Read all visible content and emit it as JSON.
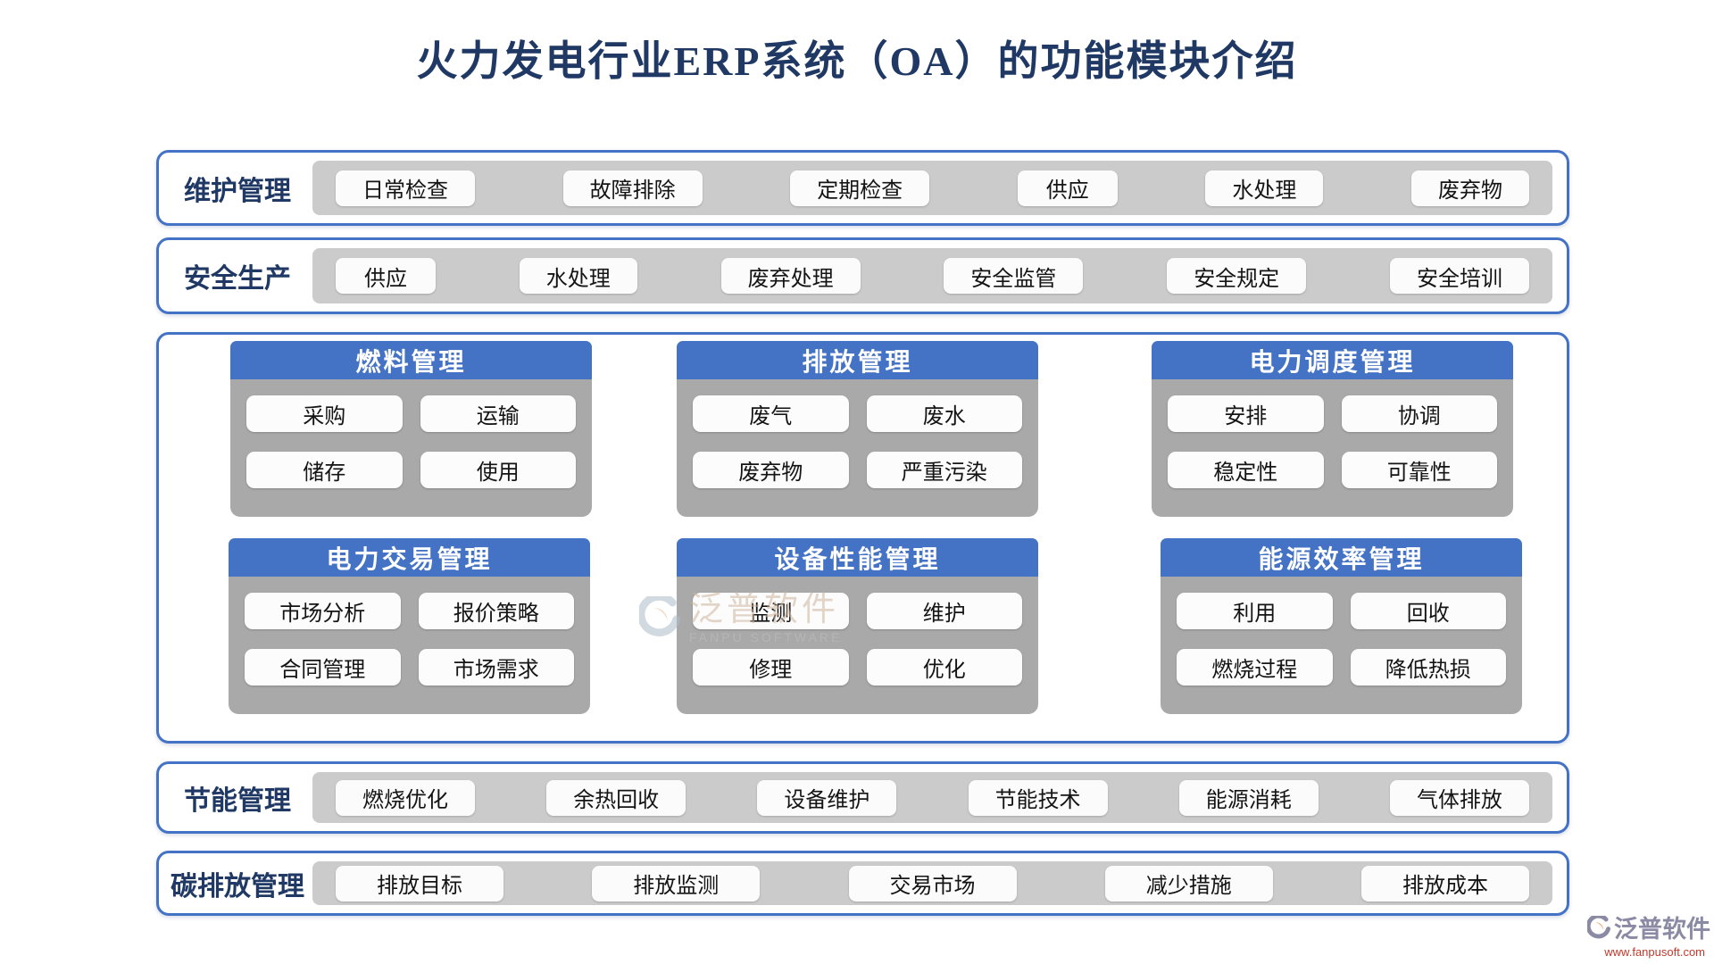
{
  "page": {
    "title": "火力发电行业ERP系统（OA）的功能模块介绍"
  },
  "appearance": {
    "title_color": "#1F3864",
    "border_blue": "#4472C4",
    "card_header_blue": "#4472C4",
    "band_tray_gray": "#CBCBCB",
    "card_body_gray": "#A9A9A9",
    "button_bg": "#FBFBFB",
    "button_text": "#141414",
    "watermark_url_red": "#C0392B"
  },
  "bands": [
    {
      "label": "维护管理",
      "items": [
        "日常检查",
        "故障排除",
        "定期检查",
        "供应",
        "水处理",
        "废弃物"
      ]
    },
    {
      "label": "安全生产",
      "items": [
        "供应",
        "水处理",
        "废弃处理",
        "安全监管",
        "安全规定",
        "安全培训"
      ]
    },
    {
      "label": "节能管理",
      "items": [
        "燃烧优化",
        "余热回收",
        "设备维护",
        "节能技术",
        "能源消耗",
        "气体排放"
      ]
    },
    {
      "label": "碳排放管理",
      "items": [
        "排放目标",
        "排放监测",
        "交易市场",
        "减少措施",
        "排放成本"
      ]
    }
  ],
  "cards": [
    {
      "title": "燃料管理",
      "items": [
        "采购",
        "运输",
        "储存",
        "使用"
      ]
    },
    {
      "title": "排放管理",
      "items": [
        "废气",
        "废水",
        "废弃物",
        "严重污染"
      ]
    },
    {
      "title": "电力调度管理",
      "items": [
        "安排",
        "协调",
        "稳定性",
        "可靠性"
      ]
    },
    {
      "title": "电力交易管理",
      "items": [
        "市场分析",
        "报价策略",
        "合同管理",
        "市场需求"
      ]
    },
    {
      "title": "设备性能管理",
      "items": [
        "监测",
        "维护",
        "修理",
        "优化"
      ]
    },
    {
      "title": "能源效率管理",
      "items": [
        "利用",
        "回收",
        "燃烧过程",
        "降低热损"
      ]
    }
  ],
  "watermark_center": {
    "brand": "泛普软件",
    "subtitle": "FANPU SOFTWARE"
  },
  "watermark_corner": {
    "brand": "泛普软件",
    "url": "www.fanpusoft.com"
  }
}
